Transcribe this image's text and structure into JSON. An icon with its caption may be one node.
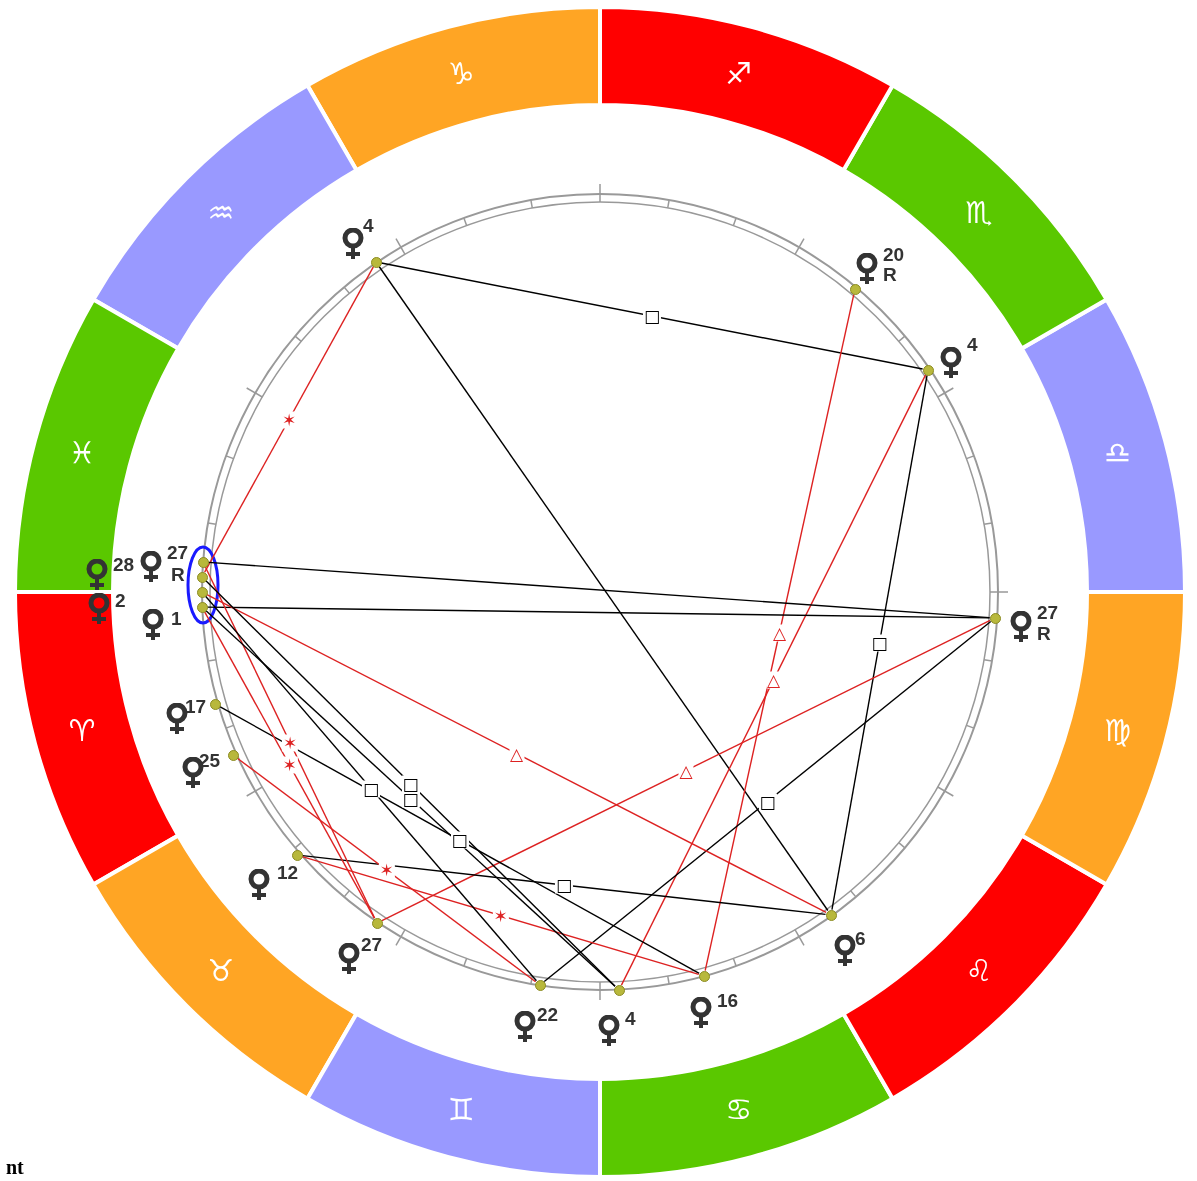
{
  "diagram": {
    "nodes": [
      {
        "text": [
          "4"
        ]
      },
      {
        "text": [
          "20",
          "R"
        ]
      },
      {
        "text": [
          "4"
        ]
      },
      {
        "text": [
          "28"
        ]
      },
      {
        "text": [
          "27",
          "R"
        ]
      },
      {
        "text": [
          "2"
        ]
      },
      {
        "text": [
          "1"
        ]
      },
      {
        "text": [
          "27",
          "R"
        ]
      },
      {
        "text": [
          "17"
        ]
      },
      {
        "text": [
          "25"
        ]
      },
      {
        "text": [
          "12"
        ]
      },
      {
        "text": [
          "6"
        ]
      },
      {
        "text": [
          "27"
        ]
      },
      {
        "text": [
          "22"
        ]
      },
      {
        "text": [
          "4"
        ]
      },
      {
        "text": [
          "16"
        ]
      }
    ],
    "edges": [
      {
        "from": 0,
        "to": 2,
        "arrow": "none",
        "label": "□"
      },
      {
        "from": 0,
        "to": 11,
        "arrow": "none"
      },
      {
        "from": 0,
        "to": 4,
        "arrow": "none",
        "label": "✶",
        "color": "#dd2222"
      },
      {
        "from": 1,
        "to": 15,
        "arrow": "none",
        "label": "△",
        "color": "#dd2222"
      },
      {
        "from": 2,
        "to": 14,
        "arrow": "none",
        "label": "△",
        "color": "#dd2222"
      },
      {
        "from": 2,
        "to": 11,
        "arrow": "none",
        "label": "□"
      },
      {
        "from": 3,
        "to": 7,
        "arrow": "none"
      },
      {
        "from": 6,
        "to": 7,
        "arrow": "none"
      },
      {
        "from": 7,
        "to": 12,
        "arrow": "none",
        "label": "△",
        "color": "#dd2222"
      },
      {
        "from": 7,
        "to": 13,
        "arrow": "none",
        "label": "□"
      },
      {
        "from": 5,
        "to": 11,
        "arrow": "none",
        "label": "△",
        "color": "#dd2222"
      },
      {
        "from": 8,
        "to": 15,
        "arrow": "none",
        "label": "□"
      },
      {
        "from": 10,
        "to": 11,
        "arrow": "none",
        "label": "□"
      },
      {
        "from": 10,
        "to": 15,
        "arrow": "none",
        "label": "✶",
        "color": "#dd2222"
      },
      {
        "from": 9,
        "to": 13,
        "arrow": "none",
        "label": "✶",
        "color": "#dd2222"
      },
      {
        "from": 3,
        "to": 12,
        "arrow": "none",
        "label": "✶",
        "color": "#dd2222"
      },
      {
        "from": 6,
        "to": 12,
        "arrow": "none",
        "label": "✶",
        "color": "#dd2222"
      },
      {
        "from": 5,
        "to": 13,
        "arrow": "none",
        "label": "□"
      },
      {
        "from": 6,
        "to": 14,
        "arrow": "none",
        "label": "□"
      },
      {
        "from": 4,
        "to": 14,
        "arrow": "none",
        "label": "□"
      }
    ],
    "labels": [
      "♑",
      "♐",
      "♒",
      "♏",
      "♓",
      "♎",
      "♈",
      "♍",
      "♉",
      "♌",
      "♊",
      "♋",
      "nt"
    ]
  }
}
